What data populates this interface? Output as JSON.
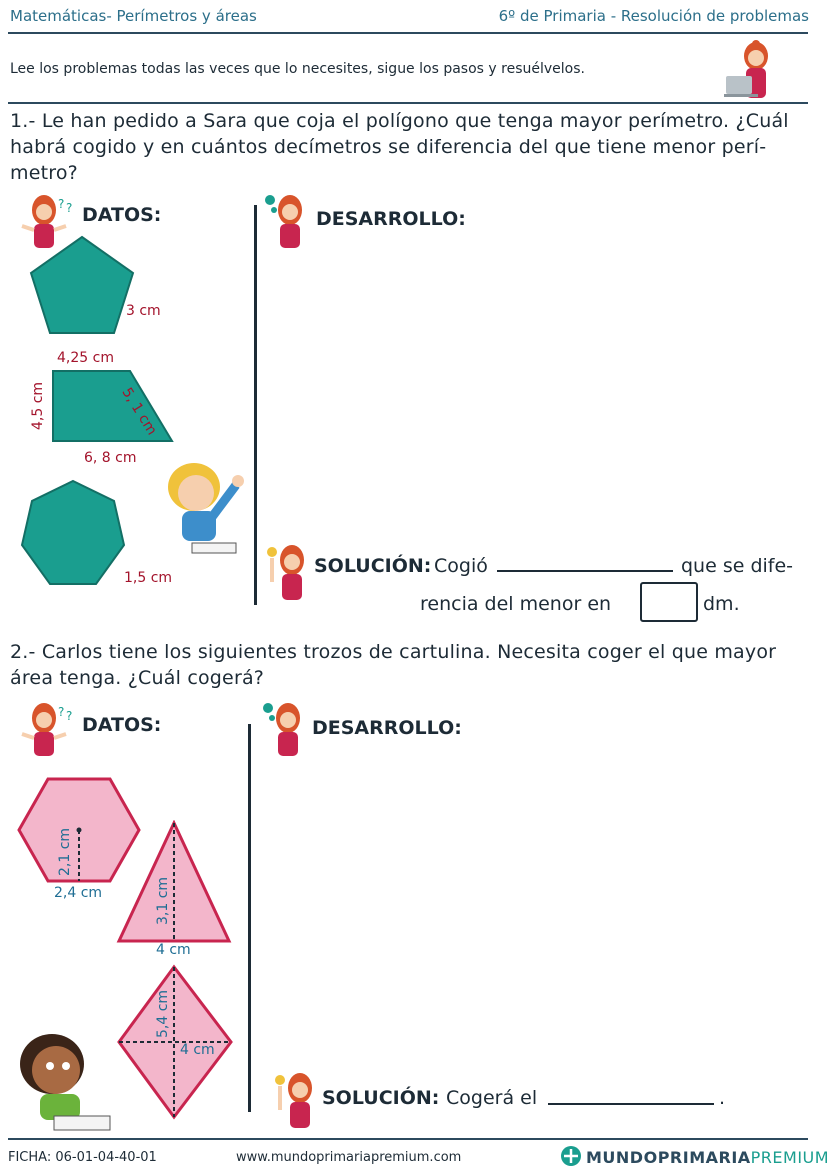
{
  "header": {
    "left": "Matemáticas- Perímetros y áreas",
    "right": "6º de Primaria - Resolución de problemas"
  },
  "instructions": "Lee los problemas todas las veces que lo necesites, sigue los pasos y resuélvelos.",
  "problem1": {
    "line1": "1.- Le han pedido a Sara que coja el polígono que tenga mayor perímetro. ¿Cuál",
    "line2": "habrá cogido y en cuántos decímetros se diferencia del que tiene menor perí-",
    "line3": "metro?",
    "datos": "DATOS:",
    "desarrollo": "DESARROLLO:",
    "labels": {
      "pentagon_side": "3 cm",
      "trap_top": "4,25 cm",
      "trap_slant": "5, 1 cm",
      "trap_left": "4,5 cm",
      "trap_bottom": "6, 8 cm",
      "heptagon_side": "1,5 cm"
    },
    "solution": {
      "label": "SOLUCIÓN:",
      "text1": "Cogió",
      "text2": "que se dife-",
      "text3": "rencia del menor en",
      "text4": "dm."
    }
  },
  "problem2": {
    "line1": "2.- Carlos tiene los siguientes trozos de cartulina. Necesita coger el que mayor",
    "line2": "área tenga. ¿Cuál cogerá?",
    "datos": "DATOS:",
    "desarrollo": "DESARROLLO:",
    "labels": {
      "hex_apothem": "2,1 cm",
      "hex_side": "2,4 cm",
      "tri_height": "3,1 cm",
      "tri_base": "4 cm",
      "rhombus_major": "5,4 cm",
      "rhombus_minor": "4 cm"
    },
    "solution": {
      "label": "SOLUCIÓN:",
      "text1": "Cogerá el",
      "text2": "."
    }
  },
  "footer": {
    "ficha": "FICHA:  06-01-04-40-01",
    "url": "www.mundoprimariapremium.com",
    "logo_bold": "MUNDOPRIMARIA",
    "logo_light": "PREMIUM"
  },
  "colors": {
    "teal_shape": "#1a9e8f",
    "pink_shape": "#f3b6cb",
    "pink_stroke": "#c8254f",
    "label_red": "#a3132b",
    "label_blue": "#1f6e94"
  }
}
